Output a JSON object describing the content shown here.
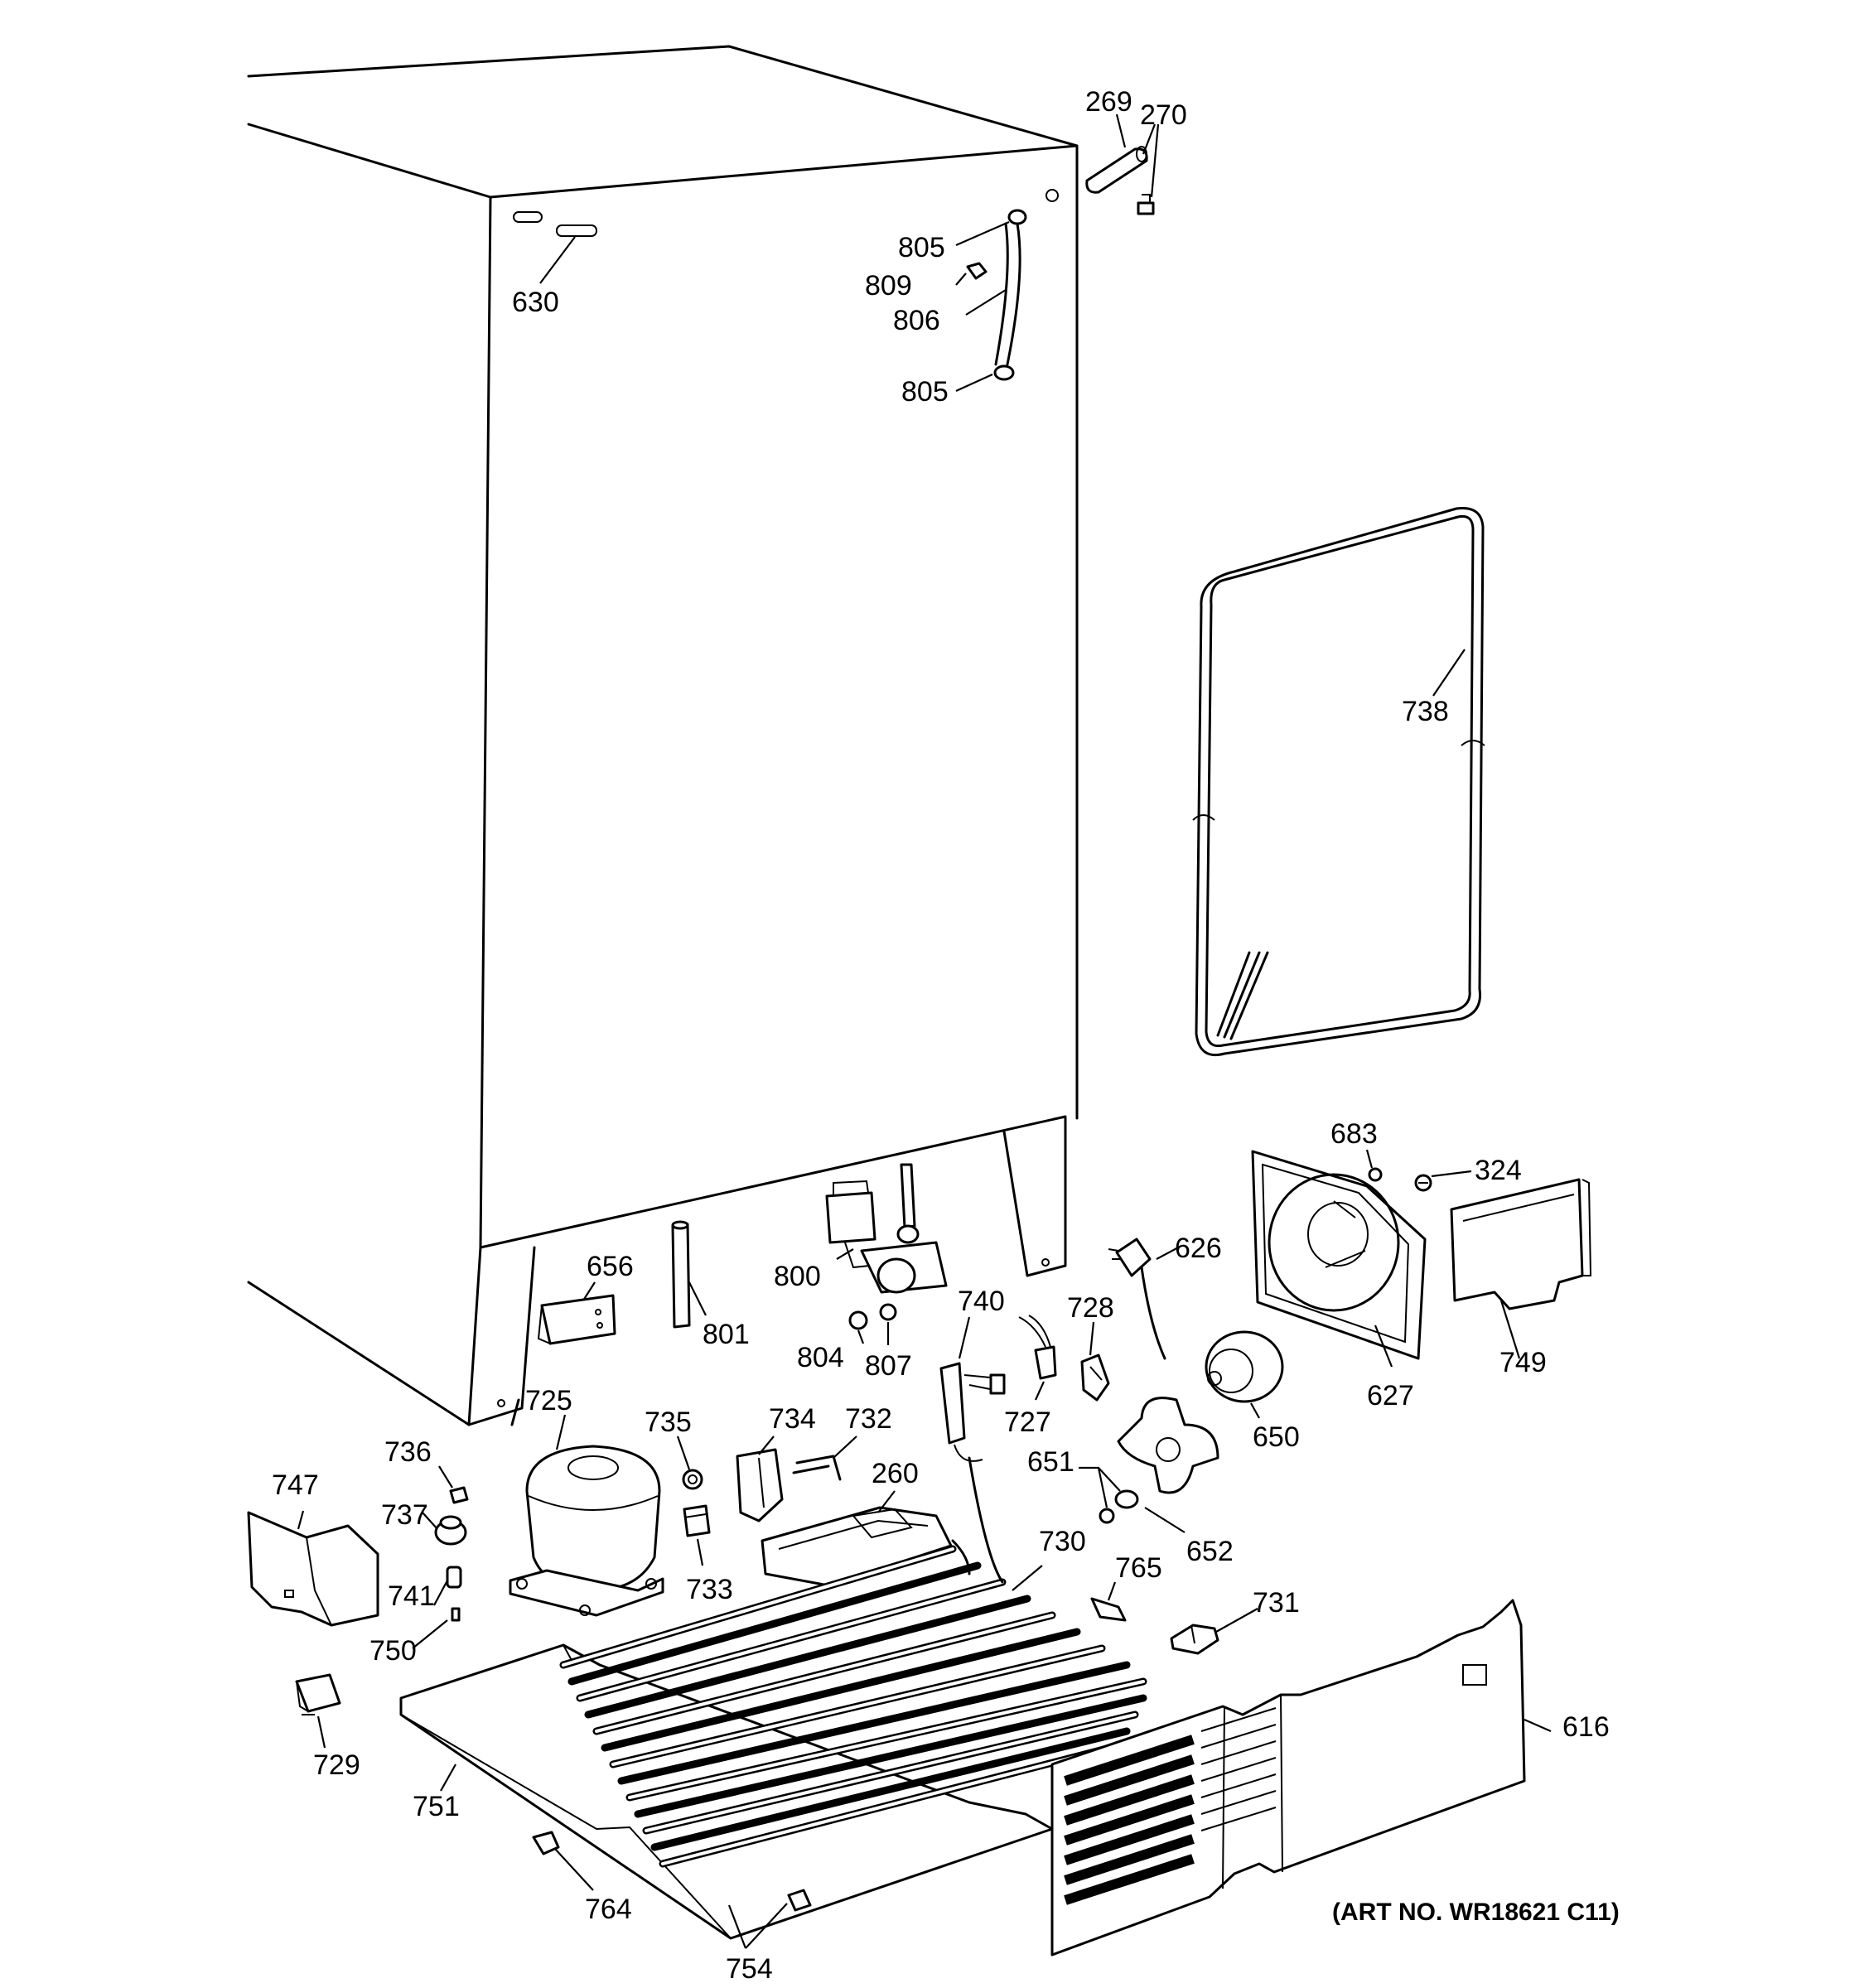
{
  "callouts": [
    {
      "id": "269",
      "text": "269"
    },
    {
      "id": "270",
      "text": "270"
    },
    {
      "id": "630",
      "text": "630"
    },
    {
      "id": "805a",
      "text": "805"
    },
    {
      "id": "809",
      "text": "809"
    },
    {
      "id": "806",
      "text": "806"
    },
    {
      "id": "805b",
      "text": "805"
    },
    {
      "id": "738",
      "text": "738"
    },
    {
      "id": "683",
      "text": "683"
    },
    {
      "id": "324",
      "text": "324"
    },
    {
      "id": "626",
      "text": "626"
    },
    {
      "id": "656",
      "text": "656"
    },
    {
      "id": "800",
      "text": "800"
    },
    {
      "id": "801",
      "text": "801"
    },
    {
      "id": "804",
      "text": "804"
    },
    {
      "id": "807",
      "text": "807"
    },
    {
      "id": "740",
      "text": "740"
    },
    {
      "id": "728",
      "text": "728"
    },
    {
      "id": "749",
      "text": "749"
    },
    {
      "id": "627",
      "text": "627"
    },
    {
      "id": "727",
      "text": "727"
    },
    {
      "id": "650",
      "text": "650"
    },
    {
      "id": "725",
      "text": "725"
    },
    {
      "id": "735",
      "text": "735"
    },
    {
      "id": "734",
      "text": "734"
    },
    {
      "id": "732",
      "text": "732"
    },
    {
      "id": "736",
      "text": "736"
    },
    {
      "id": "651",
      "text": "651"
    },
    {
      "id": "260",
      "text": "260"
    },
    {
      "id": "747",
      "text": "747"
    },
    {
      "id": "737",
      "text": "737"
    },
    {
      "id": "652",
      "text": "652"
    },
    {
      "id": "733",
      "text": "733"
    },
    {
      "id": "730",
      "text": "730"
    },
    {
      "id": "765",
      "text": "765"
    },
    {
      "id": "741",
      "text": "741"
    },
    {
      "id": "731",
      "text": "731"
    },
    {
      "id": "750",
      "text": "750"
    },
    {
      "id": "616",
      "text": "616"
    },
    {
      "id": "729",
      "text": "729"
    },
    {
      "id": "751",
      "text": "751"
    },
    {
      "id": "764",
      "text": "764"
    },
    {
      "id": "754",
      "text": "754"
    }
  ],
  "art_number": "(ART NO. WR18621 C11)"
}
